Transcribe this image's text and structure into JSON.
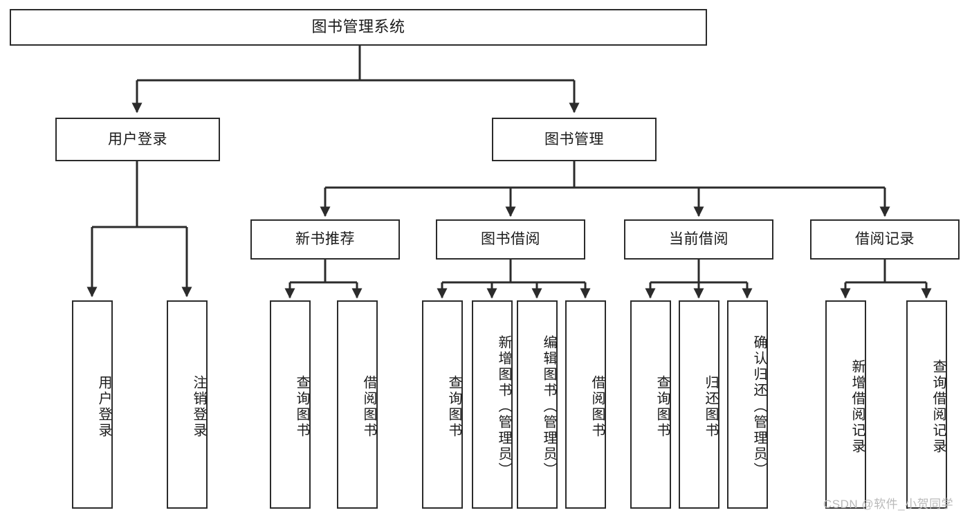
{
  "diagram": {
    "type": "tree-hierarchy-chart",
    "title": "图书管理系统",
    "orientation": "top-down",
    "colors": {
      "stroke": "#2b2b2b",
      "fill": "#ffffff",
      "text": "#1a1a1a",
      "watermark": "#b9b9b9"
    }
  },
  "nodes": {
    "root": {
      "label": "图书管理系统",
      "level": 1
    },
    "level2": [
      {
        "id": "user-login",
        "label": "用户登录"
      },
      {
        "id": "book-management",
        "label": "图书管理"
      }
    ],
    "level3": [
      {
        "id": "new-book-recommend",
        "label": "新书推荐",
        "parent": "book-management"
      },
      {
        "id": "book-borrow",
        "label": "图书借阅",
        "parent": "book-management"
      },
      {
        "id": "current-borrow",
        "label": "当前借阅",
        "parent": "book-management"
      },
      {
        "id": "borrow-record",
        "label": "借阅记录",
        "parent": "book-management"
      }
    ],
    "leaves": [
      {
        "id": "leaf-user-login",
        "label": "用户登录",
        "parent": "user-login"
      },
      {
        "id": "leaf-user-logout",
        "label": "注销登录",
        "parent": "user-login"
      },
      {
        "id": "leaf-query-book-1",
        "label": "查询图书",
        "parent": "new-book-recommend"
      },
      {
        "id": "leaf-borrow-book-1",
        "label": "借阅图书",
        "parent": "new-book-recommend"
      },
      {
        "id": "leaf-query-book-2",
        "label": "查询图书",
        "parent": "book-borrow"
      },
      {
        "id": "leaf-add-book",
        "label": "新增图书（管理员）",
        "parent": "book-borrow"
      },
      {
        "id": "leaf-edit-book",
        "label": "编辑图书（管理员）",
        "parent": "book-borrow"
      },
      {
        "id": "leaf-borrow-book-2",
        "label": "借阅图书",
        "parent": "book-borrow"
      },
      {
        "id": "leaf-query-book-3",
        "label": "查询图书",
        "parent": "current-borrow"
      },
      {
        "id": "leaf-return-book",
        "label": "归还图书",
        "parent": "current-borrow"
      },
      {
        "id": "leaf-confirm-return",
        "label": "确认归还（管理员）",
        "parent": "current-borrow"
      },
      {
        "id": "leaf-add-record",
        "label": "新增借阅记录",
        "parent": "borrow-record"
      },
      {
        "id": "leaf-query-record",
        "label": "查询借阅记录",
        "parent": "borrow-record"
      }
    ]
  },
  "watermark": {
    "text": "CSDN @软件_小贺同学"
  }
}
